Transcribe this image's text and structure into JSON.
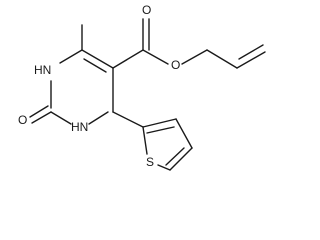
{
  "molecule": {
    "labels": {
      "nh_top": "HN",
      "nh_bottom": "HN",
      "oxo_left": "O",
      "carbonyl_o": "O",
      "ester_o": "O",
      "thiophene_s": "S"
    }
  }
}
